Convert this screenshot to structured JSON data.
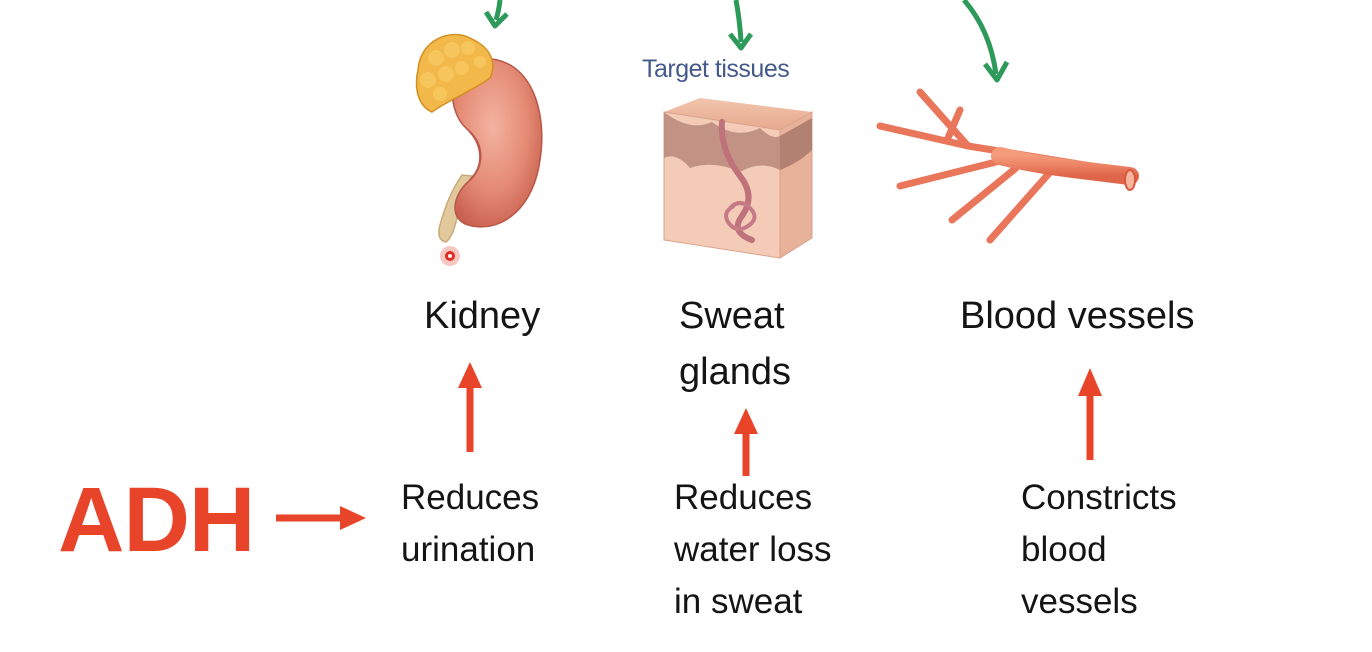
{
  "diagram": {
    "target_caption": "Target tissues",
    "hormone": "ADH",
    "organs": [
      {
        "label": "Kidney",
        "effect": "Reduces\nurination"
      },
      {
        "label": "Sweat\nglands",
        "effect": "Reduces\nwater loss\nin sweat"
      },
      {
        "label": "Blood vessels",
        "effect": "Constricts\nblood\nvessels"
      }
    ],
    "colors": {
      "arrow_red": "#e8442a",
      "arrow_green": "#2e9a5a",
      "hormone_text": "#e8442a"
    }
  }
}
